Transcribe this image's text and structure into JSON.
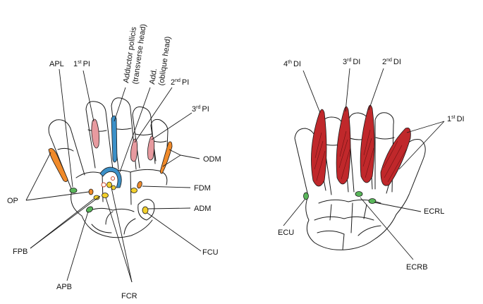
{
  "palmar_view": {
    "labels": {
      "apl": "APL",
      "pi1": "1",
      "pi1_sup": "st",
      "pi1_suffix": "PI",
      "add_transverse_line1": "Adductor pollicis",
      "add_transverse_line2": "(transverse head)",
      "add_oblique_line1": "Add.",
      "add_oblique_line2": "(oblique head)",
      "pi2": "2",
      "pi2_sup": "nd",
      "pi2_suffix": "PI",
      "pi3": "3",
      "pi3_sup": "rd",
      "pi3_suffix": "PI",
      "odm": "ODM",
      "fdm": "FDM",
      "adm": "ADM",
      "op": "OP",
      "fpb": "FPB",
      "fcu": "FCU",
      "apb": "APB",
      "fcr": "FCR"
    }
  },
  "dorsal_view": {
    "labels": {
      "di4": "4",
      "di4_sup": "th",
      "di4_suffix": "DI",
      "di3": "3",
      "di3_sup": "rd",
      "di3_suffix": "DI",
      "di2": "2",
      "di2_sup": "nd",
      "di2_suffix": "DI",
      "di1": "1",
      "di1_sup": "st",
      "di1_suffix": "DI",
      "ecrl": "ECRL",
      "ecu": "ECU",
      "ecrb": "ECRB"
    }
  },
  "colors": {
    "outline": "#1a1a1a",
    "interossei_pink": "#e79a9f",
    "dorsal_interossei_red": "#c0282b",
    "adductor_blue": "#3b90c8",
    "opponens_orange": "#f08a2a",
    "tendon_green": "#59b65a",
    "tendon_yellow": "#f2cf2c"
  }
}
